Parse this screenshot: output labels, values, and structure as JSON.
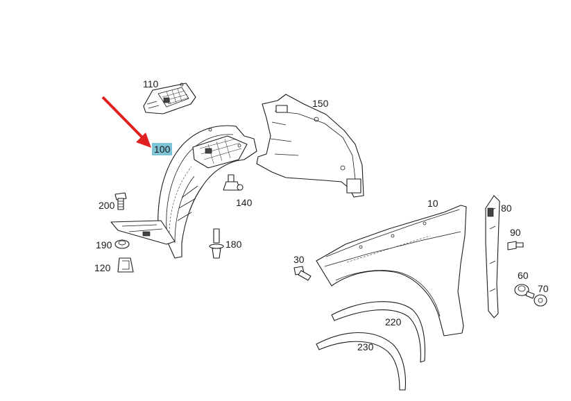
{
  "highlight_color": "#7fc4d6",
  "arrow_color": "#e02020",
  "highlighted_part": "100",
  "labels": {
    "p10": "10",
    "p30": "30",
    "p60": "60",
    "p70": "70",
    "p80": "80",
    "p90": "90",
    "p100": "100",
    "p110": "110",
    "p120": "120",
    "p140": "140",
    "p150": "150",
    "p180": "180",
    "p190": "190",
    "p200": "200",
    "p220": "220",
    "p230": "230"
  }
}
